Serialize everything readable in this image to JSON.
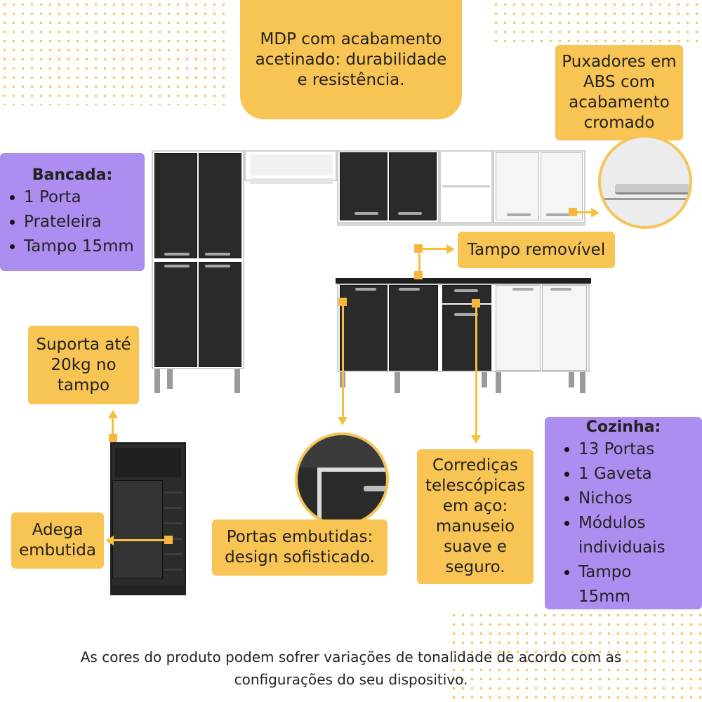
{
  "callouts": {
    "material": [
      "MDP com acabamento",
      "acetinado: durabilidade",
      "e resistência."
    ],
    "handles": [
      "Puxadores em",
      "ABS com",
      "acabamento",
      "cromado"
    ],
    "removable_top": "Tampo removível",
    "support": [
      "Suporta até",
      "20kg no",
      "tampo"
    ],
    "wine_rack": [
      "Adega",
      "embutida"
    ],
    "doors": [
      "Portas embutidas:",
      "design sofisticado."
    ],
    "slides": [
      "Corrediças",
      "telescópicas",
      "em aço:",
      "manuseio",
      "suave e",
      "seguro."
    ]
  },
  "bancada": {
    "title": "Bancada:",
    "items": [
      "1 Porta",
      "Prateleira",
      "Tampo 15mm"
    ]
  },
  "cozinha": {
    "title": "Cozinha:",
    "items": [
      "13 Portas",
      "1 Gaveta",
      "Nichos",
      "Módulos",
      "individuais",
      "Tampo 15mm"
    ]
  },
  "disclaimer": [
    "As cores do produto podem sofrer variações de tonalidade de acordo com as",
    "configurações do seu dispositivo."
  ],
  "colors": {
    "accent_yellow": "#f8c453",
    "accent_purple": "#ad8ef0",
    "cabinet_black": "#2a2a2a",
    "cabinet_white": "#f5f5f5"
  }
}
